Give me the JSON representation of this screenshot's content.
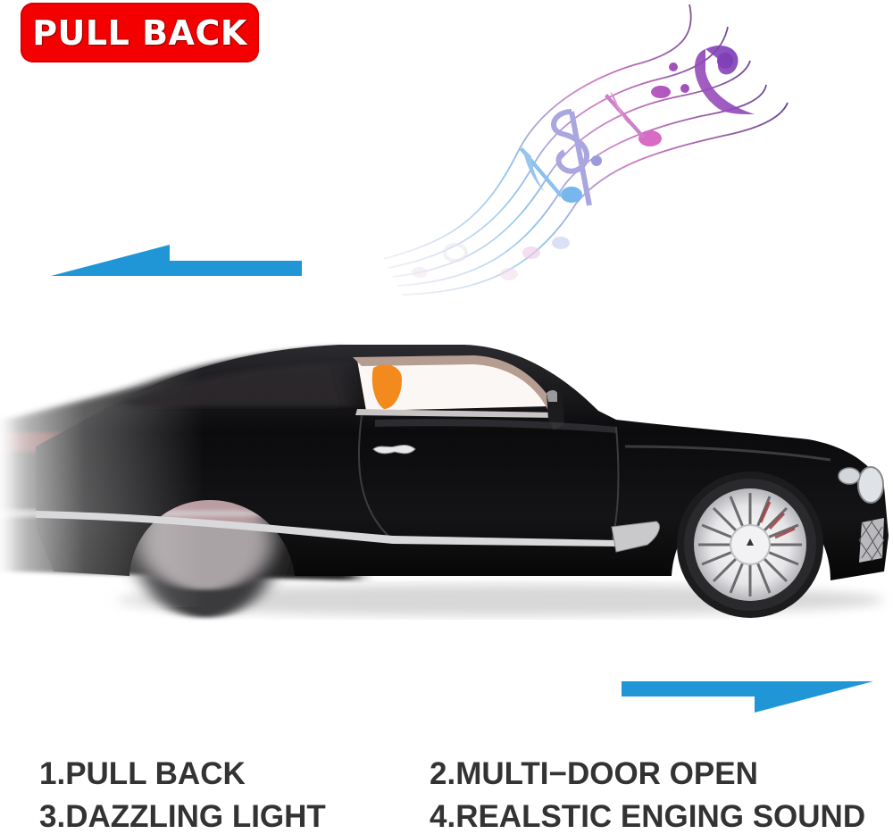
{
  "badge": {
    "label": "PULL BACK",
    "color": "#f50000",
    "text_color": "#ffffff"
  },
  "graphics": {
    "arrow_left": {
      "direction": "left",
      "color": "#2196d6"
    },
    "arrow_right": {
      "direction": "right",
      "color": "#2196d6"
    },
    "music_notes": {
      "icon": "music-staff-notes",
      "gradient": [
        "#f3d9ec",
        "#7fb7ea",
        "#d660b8",
        "#7a3fb2"
      ]
    },
    "car": {
      "description": "black luxury coupe toy car, side view, rear motion-blurred",
      "body_color": "#0e0e10",
      "interior_color": "#f28a1e"
    }
  },
  "features": [
    {
      "label": "1.PULL BACK"
    },
    {
      "label": "2.MULTI−DOOR OPEN"
    },
    {
      "label": "3.DAZZLING LIGHT"
    },
    {
      "label": "4.REALSTIC ENGING SOUND"
    }
  ],
  "text_color": "#333333"
}
